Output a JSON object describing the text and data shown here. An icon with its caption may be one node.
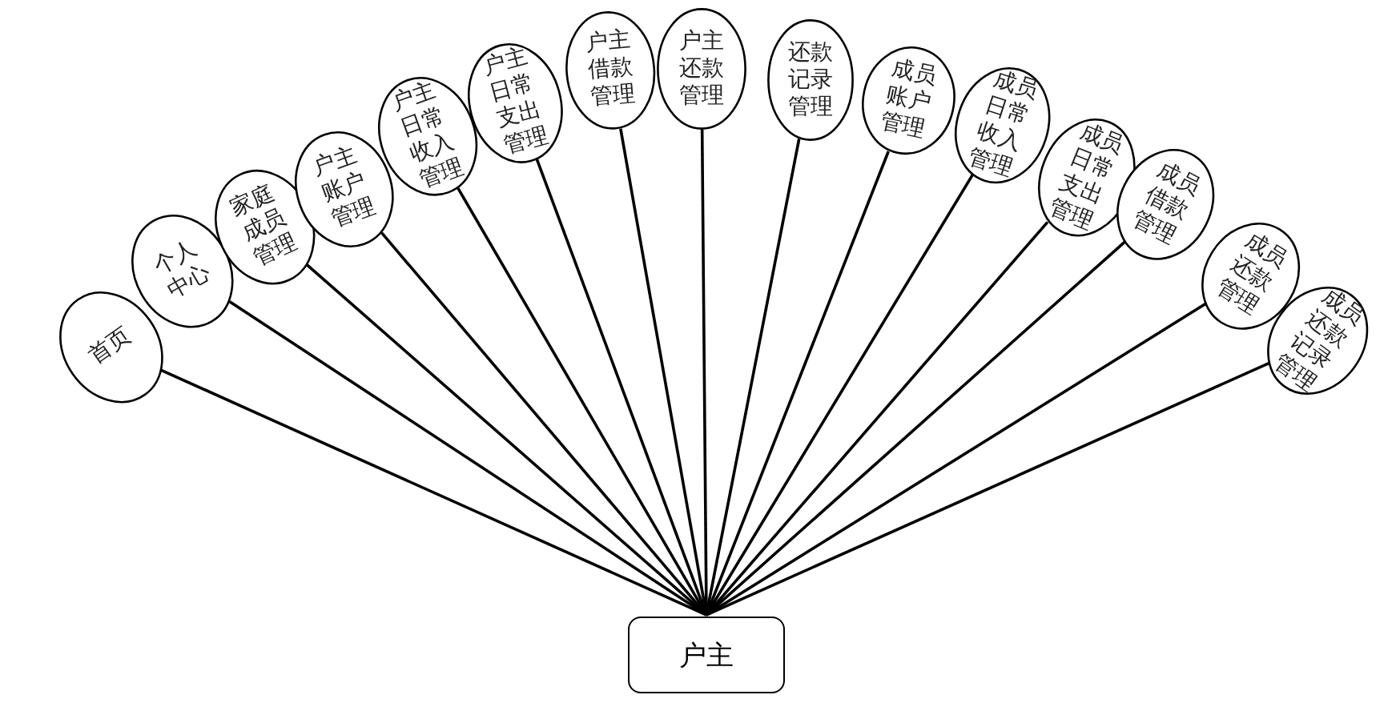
{
  "diagram": {
    "nodes": [
      {
        "text": [
          "首页"
        ]
      },
      {
        "text": [
          "个人中心"
        ]
      },
      {
        "text": [
          "家庭成员管理"
        ]
      },
      {
        "text": [
          "户主账户管理"
        ]
      },
      {
        "text": [
          "户主日常收入管理"
        ]
      },
      {
        "text": [
          "户主日常支出管理"
        ]
      },
      {
        "text": [
          "户主借款管理"
        ]
      },
      {
        "text": [
          "户主还款管理"
        ]
      },
      {
        "text": [
          "还款记录管理"
        ]
      },
      {
        "text": [
          "成员账户管理"
        ]
      },
      {
        "text": [
          "成员日常收入管理"
        ]
      },
      {
        "text": [
          "成员日常支出管理"
        ]
      },
      {
        "text": [
          "成员借款管理"
        ]
      },
      {
        "text": [
          "成员还款管理"
        ]
      },
      {
        "text": [
          "成员还款记录管理"
        ]
      },
      {
        "text": [
          "户主"
        ]
      }
    ],
    "edges": [
      {
        "from": 15,
        "to": 0,
        "arrow": "none"
      },
      {
        "from": 15,
        "to": 1,
        "arrow": "none"
      },
      {
        "from": 15,
        "to": 2,
        "arrow": "none"
      },
      {
        "from": 15,
        "to": 3,
        "arrow": "none"
      },
      {
        "from": 15,
        "to": 4,
        "arrow": "none"
      },
      {
        "from": 15,
        "to": 5,
        "arrow": "none"
      },
      {
        "from": 15,
        "to": 6,
        "arrow": "none"
      },
      {
        "from": 15,
        "to": 7,
        "arrow": "none"
      },
      {
        "from": 15,
        "to": 8,
        "arrow": "none"
      },
      {
        "from": 15,
        "to": 9,
        "arrow": "none"
      },
      {
        "from": 15,
        "to": 10,
        "arrow": "none"
      },
      {
        "from": 15,
        "to": 11,
        "arrow": "none"
      },
      {
        "from": 15,
        "to": 12,
        "arrow": "none"
      },
      {
        "from": 15,
        "to": 13,
        "arrow": "none"
      },
      {
        "from": 15,
        "to": 14,
        "arrow": "none"
      }
    ]
  }
}
